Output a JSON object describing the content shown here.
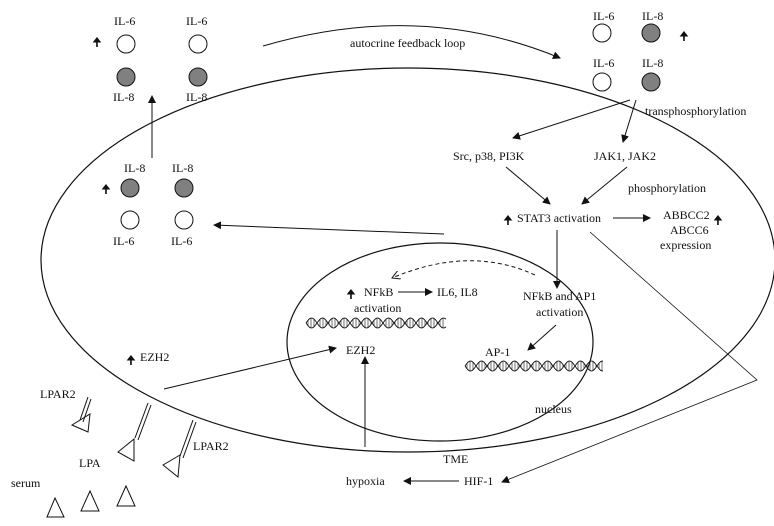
{
  "cytokines": {
    "il6": "IL-6",
    "il8": "IL-8"
  },
  "labels": {
    "autocrine": "autocrine feedback loop",
    "transphosphorylation": "transphosphorylation",
    "src": "Src, p38, PI3K",
    "jak": "JAK1, JAK2",
    "phosphorylation": "phosphorylation",
    "stat3": "STAT3 activation",
    "abcc2": "ABBCC2",
    "abcc6": "ABCC6",
    "expression": "expression",
    "nfkb": "NFkB",
    "activation": "activation",
    "il6_il8": "IL6, IL8",
    "nfkb_ap1": "NFkB and AP1",
    "ap1": "AP-1",
    "ezh2_cell": "EZH2",
    "ezh2_nucleus": "EZH2",
    "nucleus": "nucleus",
    "lpar2_left": "LPAR2",
    "lpar2_right": "LPAR2",
    "lpa": "LPA",
    "serum": "serum",
    "tme": "TME",
    "hypoxia": "hypoxia",
    "hif1": "HIF-1"
  },
  "colors": {
    "stroke": "#111111",
    "il8_fill": "#808080",
    "il6_fill": "#ffffff"
  }
}
